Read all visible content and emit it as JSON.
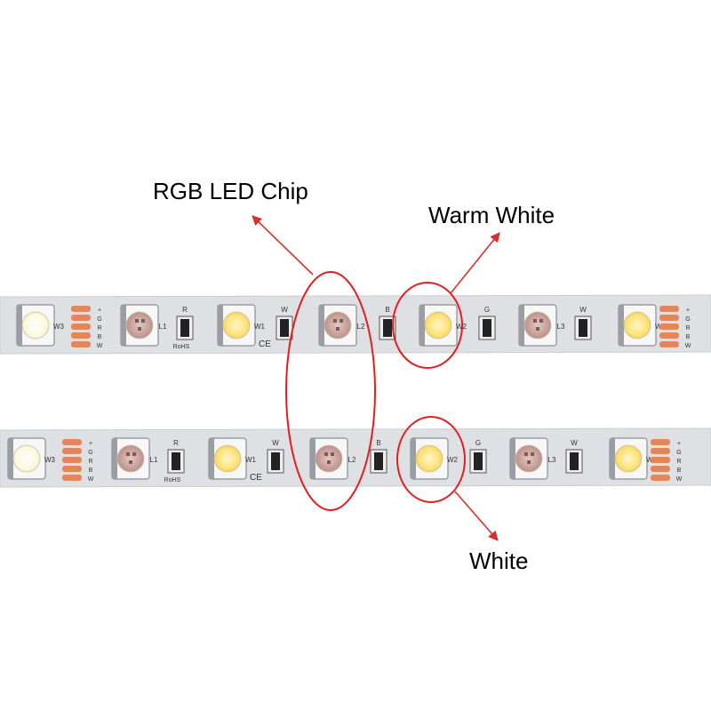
{
  "callouts": {
    "rgb": "RGB LED Chip",
    "warm": "Warm White",
    "white": "White"
  },
  "strip": {
    "pad_letters": [
      "+",
      "G",
      "R",
      "B",
      "W"
    ],
    "chip_labels": [
      "W3",
      "L1",
      "W1",
      "L2",
      "W2",
      "L3",
      "W3"
    ],
    "resistor_labels": [
      "R",
      "W",
      "B",
      "G",
      "W"
    ],
    "rohs": "RoHS",
    "ce": "CE"
  },
  "colors": {
    "strip": "#dfe0e4",
    "strip_edge": "#c9cbd0",
    "pad": "#e3875a",
    "rgb_chip": "#c9a39e",
    "warm_led": "#fde27a",
    "white_led": "#fdfbe6",
    "circle": "#e02020",
    "arrow": "#d83030"
  }
}
